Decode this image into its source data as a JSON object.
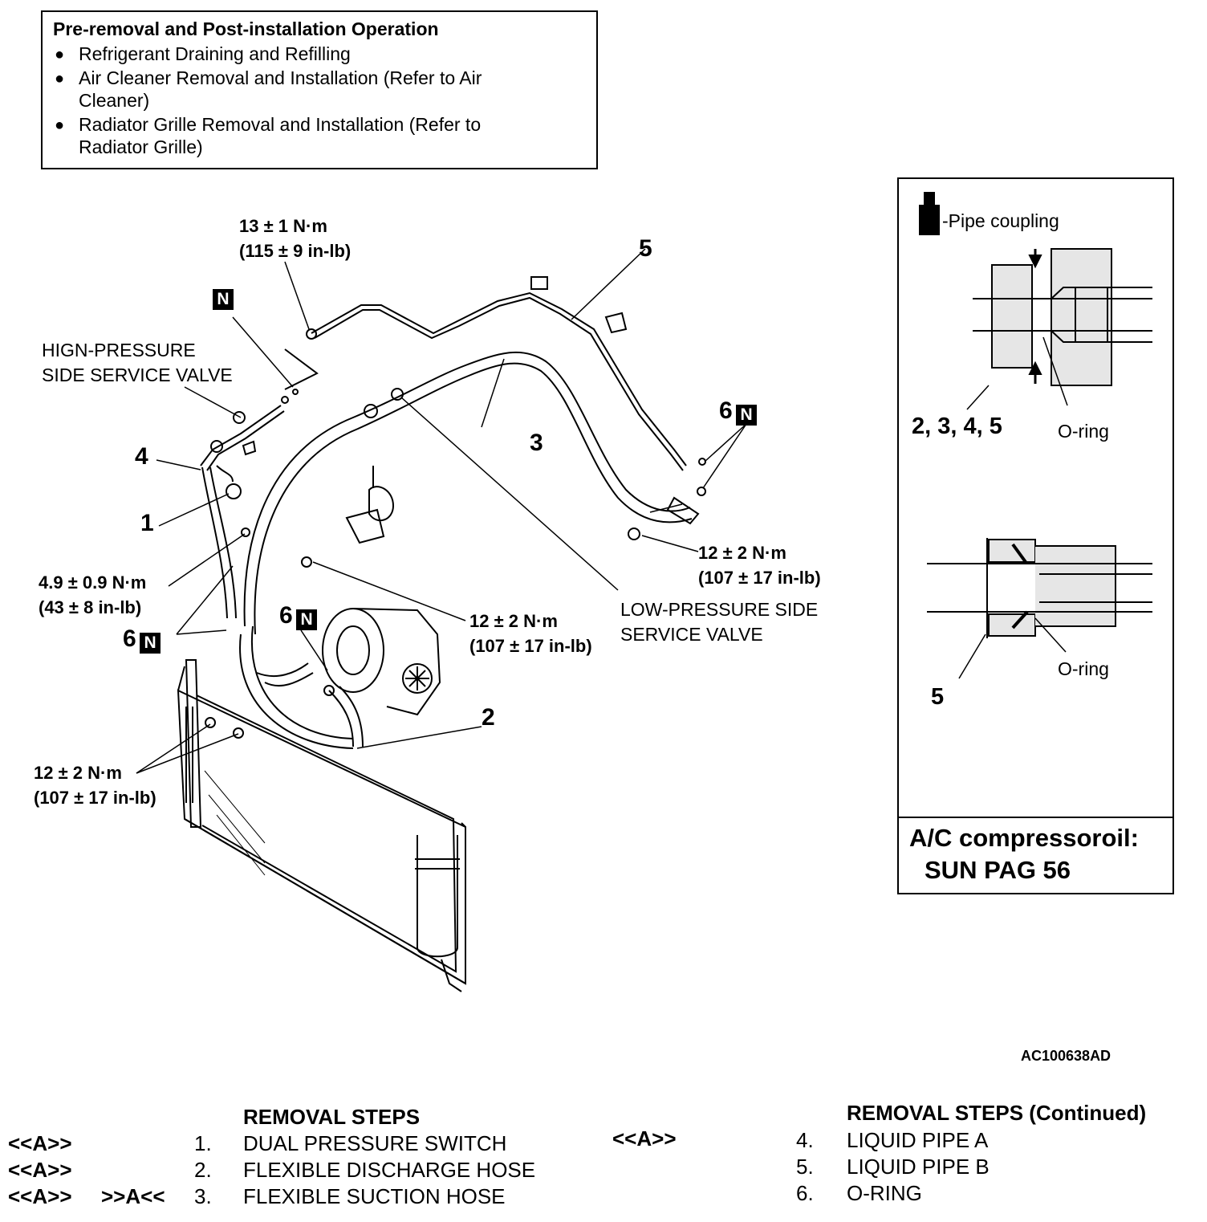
{
  "preop": {
    "title": "Pre-removal and Post-installation Operation",
    "items": [
      "Refrigerant Draining and Refilling",
      "Air Cleaner Removal and Installation (Refer to Air Cleaner)",
      "Radiator Grille Removal and Installation (Refer to Radiator Grille)"
    ]
  },
  "labels": {
    "torque_13": "13 ± 1 N·m",
    "torque_13_in": "(115 ± 9 in-lb)",
    "hp_valve_1": "HIGN-PRESSURE",
    "hp_valve_2": "SIDE SERVICE VALVE",
    "torque_49": "4.9 ± 0.9 N·m",
    "torque_49_in": "(43 ± 8 in-lb)",
    "torque_12_left": "12 ± 2 N·m",
    "torque_12_left_in": "(107 ± 17 in-lb)",
    "torque_12_mid": "12 ± 2 N·m",
    "torque_12_mid_in": "(107 ± 17 in-lb)",
    "torque_12_right": "12 ± 2 N·m",
    "torque_12_right_in": "(107 ± 17 in-lb)",
    "lp_valve_1": "LOW-PRESSURE SIDE",
    "lp_valve_2": "SERVICE VALVE",
    "n_mark": "N",
    "callouts": [
      "1",
      "2",
      "3",
      "4",
      "5",
      "6"
    ]
  },
  "inset": {
    "pipe_coupling": "-Pipe coupling",
    "parts_ref": "2, 3, 4,  5",
    "oring": "O-ring",
    "part5": "5",
    "oil_1": "A/C compressoroil:",
    "oil_2": "SUN PAG 56"
  },
  "figure_id": "AC100638AD",
  "steps": {
    "title": "REMOVAL STEPS",
    "title_cont": "REMOVAL STEPS (Continued)",
    "left": [
      {
        "marks": [
          "<<A>>",
          ""
        ],
        "num": "1.",
        "name": "DUAL PRESSURE SWITCH"
      },
      {
        "marks": [
          "<<A>>",
          ""
        ],
        "num": "2.",
        "name": "FLEXIBLE DISCHARGE HOSE"
      },
      {
        "marks": [
          "<<A>>",
          ">>A<<"
        ],
        "num": "3.",
        "name": "FLEXIBLE SUCTION HOSE"
      }
    ],
    "right": [
      {
        "mark": "<<A>>",
        "num": "4.",
        "name": "LIQUID PIPE A"
      },
      {
        "mark": "",
        "num": "5.",
        "name": "LIQUID PIPE B"
      },
      {
        "mark": "",
        "num": "6.",
        "name": "O-RING"
      }
    ]
  }
}
